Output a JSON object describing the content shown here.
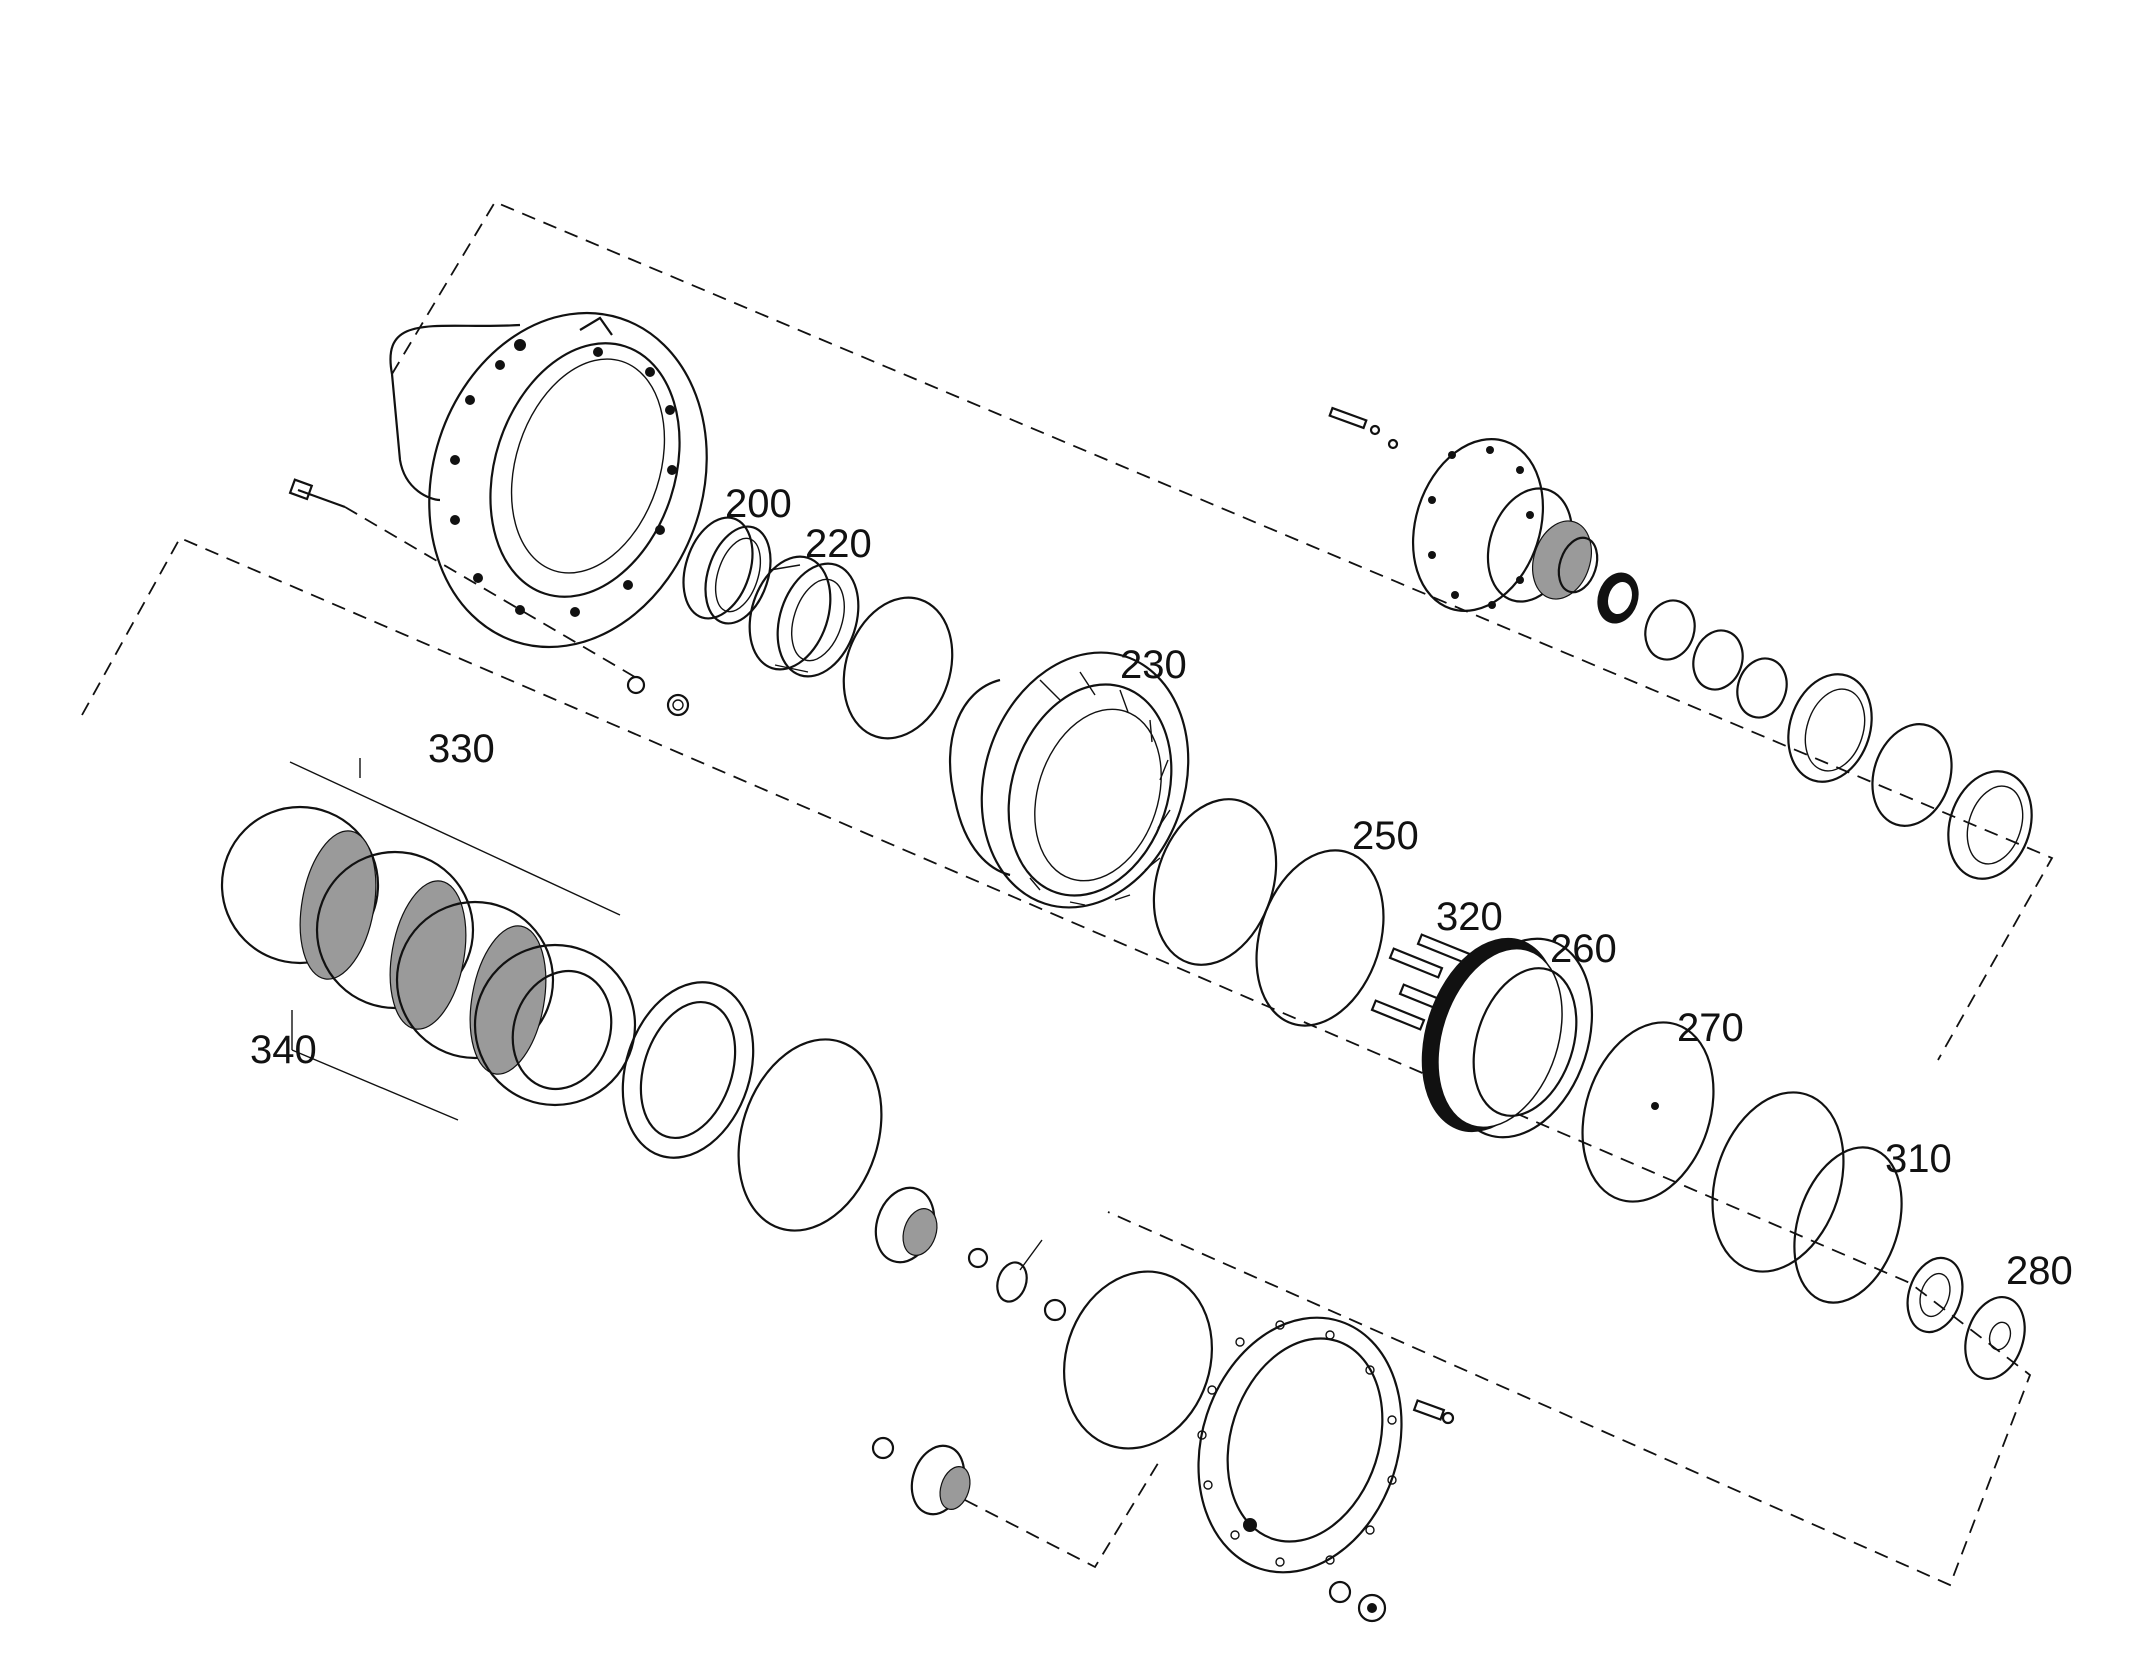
{
  "diagram": {
    "labels": [
      {
        "id": "200",
        "text": "200"
      },
      {
        "id": "220",
        "text": "220"
      },
      {
        "id": "230",
        "text": "230"
      },
      {
        "id": "250",
        "text": "250"
      },
      {
        "id": "260",
        "text": "260"
      },
      {
        "id": "270",
        "text": "270"
      },
      {
        "id": "280",
        "text": "280"
      },
      {
        "id": "310",
        "text": "310"
      },
      {
        "id": "320",
        "text": "320"
      },
      {
        "id": "330",
        "text": "330"
      },
      {
        "id": "340",
        "text": "340"
      }
    ]
  }
}
